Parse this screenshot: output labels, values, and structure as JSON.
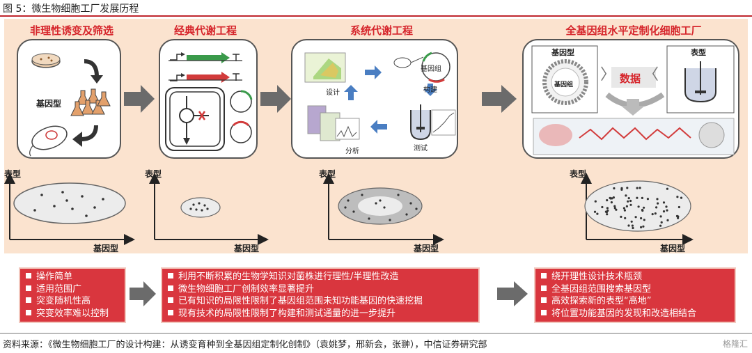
{
  "figure": {
    "title": "图 5：微生物细胞工厂发展历程",
    "source": "资料来源：《微生物细胞工厂的设计构建：从诱变育种到全基因组定制化创制》（袁姚梦，邢新会，张翀），中信证券研究部",
    "watermark": "格隆汇"
  },
  "stages": [
    {
      "title": "非理性诱变及筛选",
      "inner_label": "基因型"
    },
    {
      "title": "经典代谢工程"
    },
    {
      "title": "系统代谢工程",
      "labels": {
        "design": "设计",
        "construct": "构建",
        "test": "测试",
        "analyze": "分析",
        "genome": "基因组"
      }
    },
    {
      "title": "全基因组水平定制化细胞工厂",
      "labels": {
        "genotype": "基因型",
        "phenotype": "表型",
        "data": "数据",
        "genome": "基因组"
      }
    }
  ],
  "plots": {
    "ylabel": "表型",
    "xlabel": "基因型"
  },
  "bullets": {
    "left": [
      "操作简单",
      "适用范围广",
      "突变随机性高",
      "突变效率难以控制"
    ],
    "middle": [
      "利用不断积累的生物学知识对菌株进行理性/半理性改造",
      "微生物细胞工厂创制效率显著提升",
      "已有知识的局限性限制了基因组范围未知功能基因的快速挖掘",
      "现有技术的局限性限制了构建和测试通量的进一步提升"
    ],
    "right": [
      "绕开理性设计技术瓶颈",
      "全基因组范围搜索基因型",
      "高效探索新的表型“高地”",
      "将位置功能基因的发现和改造相结合"
    ]
  },
  "colors": {
    "accent": "#d9363e",
    "panel": "#fbe3cf",
    "arrow": "#6b6b6b",
    "title_red": "#d6252b"
  }
}
